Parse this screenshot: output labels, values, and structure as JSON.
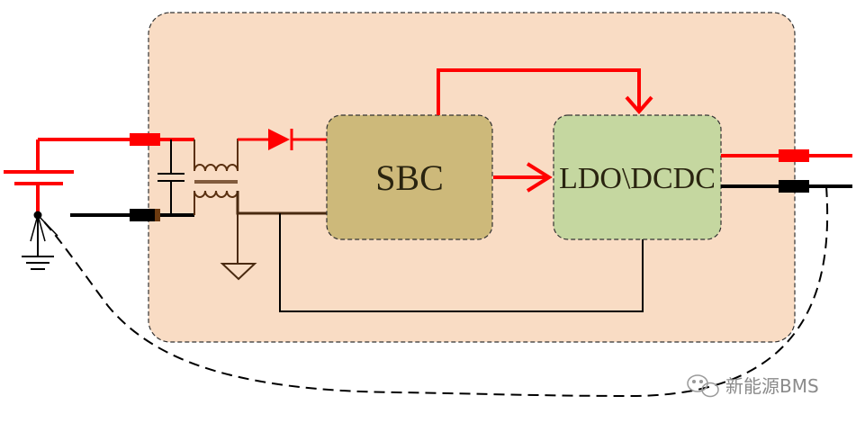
{
  "blocks": {
    "sbc": {
      "label": "SBC",
      "fill": "#cdb97a"
    },
    "ldo": {
      "label": "LDO\\DCDC",
      "fill": "#c5d7a0"
    }
  },
  "module_fill": "#f9dcc4",
  "wire_colors": {
    "power": "#ff0000",
    "ground": "#000000",
    "return": "#4a2a10"
  },
  "watermark": {
    "text": "新能源BMS",
    "icon": "wechat-icon"
  }
}
